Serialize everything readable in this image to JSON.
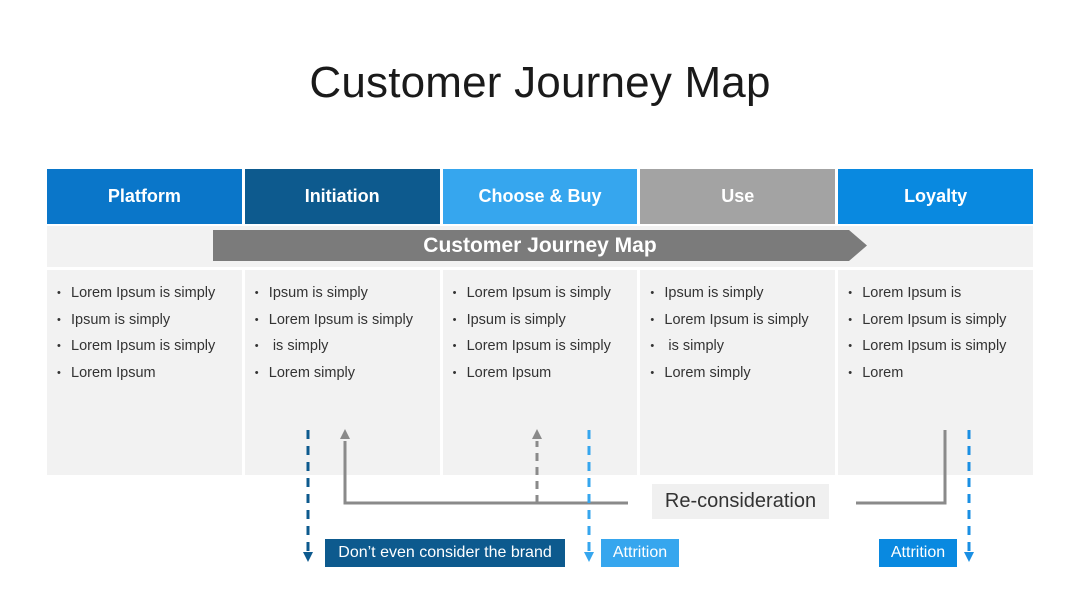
{
  "title": "Customer Journey Map",
  "colors": {
    "platform": "#0a76c9",
    "initiation": "#0d5a8e",
    "choose_buy": "#36a6ee",
    "use": "#a3a3a3",
    "loyalty": "#0989e0",
    "banner": "#7b7b7b",
    "panel": "#f2f2f2",
    "dark_blue": "#0d5a8e",
    "light_blue": "#36a6ee",
    "gray_line": "#8a8a8a"
  },
  "stages": [
    {
      "label": "Platform",
      "items": [
        "Lorem Ipsum is simply",
        "Ipsum is simply",
        "Lorem Ipsum is simply",
        "Lorem Ipsum"
      ]
    },
    {
      "label": "Initiation",
      "items": [
        "Ipsum is simply",
        "Lorem Ipsum is simply",
        " is simply",
        "Lorem simply"
      ]
    },
    {
      "label": "Choose & Buy",
      "items": [
        "Lorem Ipsum is simply",
        "Ipsum is simply",
        "Lorem Ipsum is simply",
        "Lorem Ipsum"
      ]
    },
    {
      "label": "Use",
      "items": [
        "Ipsum is simply",
        "Lorem Ipsum is simply",
        " is simply",
        "Lorem simply"
      ]
    },
    {
      "label": "Loyalty",
      "items": [
        "Lorem Ipsum is",
        "Lorem Ipsum is simply",
        "Lorem Ipsum is simply",
        "Lorem"
      ]
    }
  ],
  "banner": {
    "label": "Customer Journey Map"
  },
  "flows": {
    "reconsideration": "Re-consideration",
    "dont_consider": "Don’t even consider the brand",
    "attrition_1": "Attrition",
    "attrition_2": "Attrition"
  }
}
